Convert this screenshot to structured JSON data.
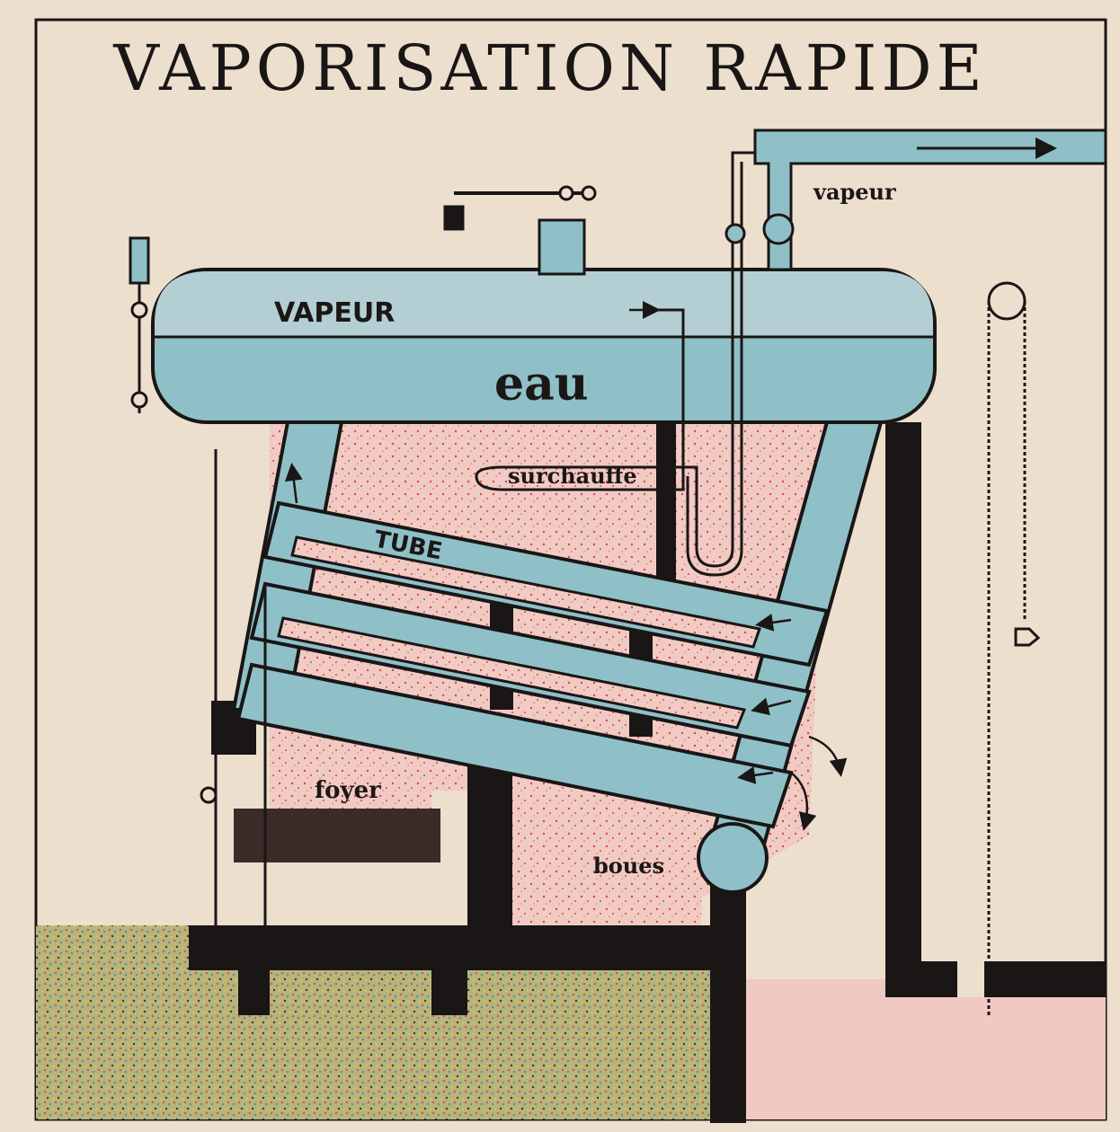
{
  "diagram": {
    "title": "VAPORISATION RAPIDE",
    "labels": {
      "vapeur_pipe": "vapeur",
      "vapeur_drum": "VAPEUR",
      "eau": "eau",
      "surchauffe": "surchauffe",
      "tube": "TUBE",
      "foyer": "foyer",
      "boues": "boues"
    },
    "colors": {
      "paper": "#ecdfcd",
      "water": "#8fc0c8",
      "steam": "#b4cfd3",
      "hot_gas": "#f0c9c3",
      "masonry": "#1a1616",
      "ground": "#b7b67a"
    }
  }
}
